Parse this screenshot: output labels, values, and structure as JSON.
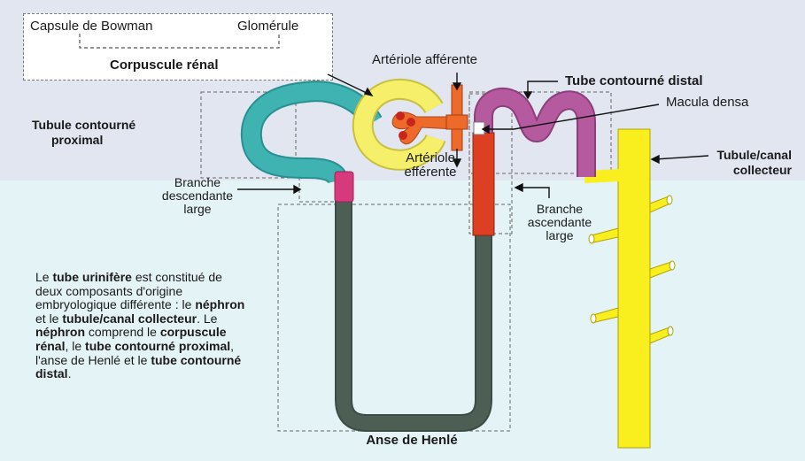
{
  "labels": {
    "capsule_bowman": "Capsule de Bowman",
    "glomerule": "Glomérule",
    "corpuscule_renal": "Corpuscule rénal",
    "arteriole_afferente": "Artériole afférente",
    "tube_contourne_distal": "Tube contourné distal",
    "macula_densa": "Macula densa",
    "tubule_proximal_l1": "Tubule contourné",
    "tubule_proximal_l2": "proximal",
    "arteriole_efferente_l1": "Artériole",
    "arteriole_efferente_l2": "efférente",
    "tubule_collecteur_l1": "Tubule/canal",
    "tubule_collecteur_l2": "collecteur",
    "branche_desc_l1": "Branche",
    "branche_desc_l2": "descendante",
    "branche_desc_l3": "large",
    "branche_asc_l1": "Branche",
    "branche_asc_l2": "ascendante",
    "branche_asc_l3": "large",
    "anse_henle": "Anse de Henlé"
  },
  "paragraph": {
    "s1": "Le ",
    "b1": "tube urinifère",
    "s2": " est constitué de deux composants d'origine embryologique différente : le ",
    "b2": "néphron",
    "s3": " et le ",
    "b3": "tubule/canal collecteur",
    "s4": ". Le ",
    "b4": "néphron",
    "s5": " comprend le ",
    "b5": "corpuscule rénal",
    "s6": ", le ",
    "b6": "tube contourné proximal",
    "s7": ", l'anse de Henlé et le ",
    "b7": "tube contourné distal",
    "s8": "."
  },
  "colors": {
    "proximal_tubule": "#3fb2b2",
    "bowman_capsule": "#f5ef6a",
    "glomerulus_vessel": "#ee6a2a",
    "glomerulus_dots": "#c8261a",
    "descending_thick": "#d63a7c",
    "ascending_thick": "#dc3f22",
    "henle_loop": "#4d5f55",
    "distal_tubule": "#b65aa0",
    "collecting_duct": "#f9ef1e",
    "macula_densa": "#ffffff"
  }
}
